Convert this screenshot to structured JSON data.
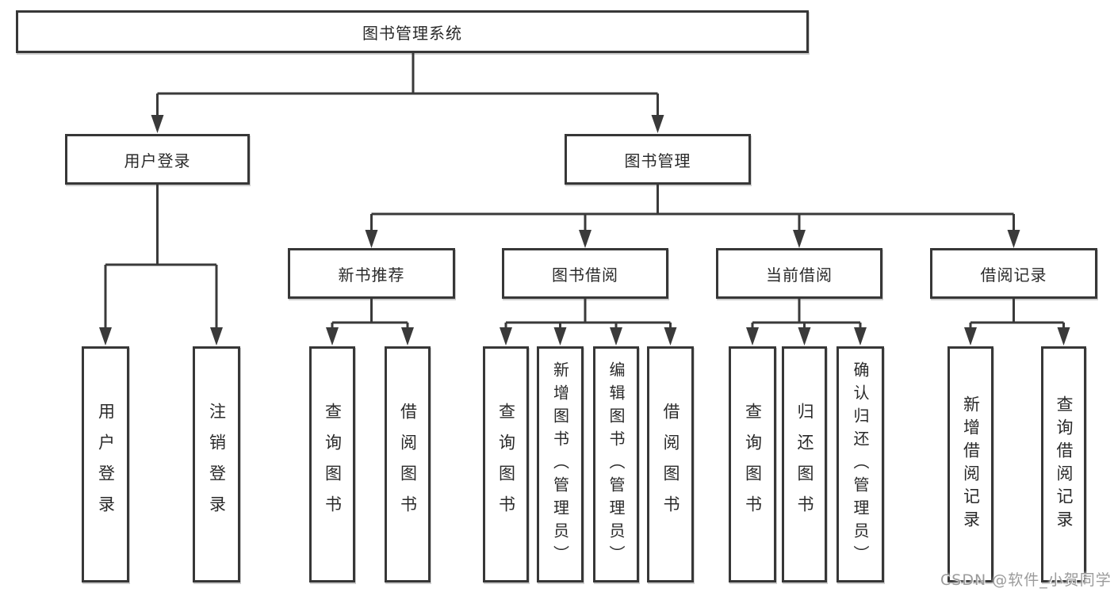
{
  "diagram": {
    "root": {
      "label": "图书管理系统"
    },
    "level2": [
      {
        "label": "用户登录"
      },
      {
        "label": "图书管理"
      }
    ],
    "level3": [
      {
        "label": "新书推荐"
      },
      {
        "label": "图书借阅"
      },
      {
        "label": "当前借阅"
      },
      {
        "label": "借阅记录"
      }
    ],
    "leaves": [
      {
        "label": "用户登录"
      },
      {
        "label": "注销登录"
      },
      {
        "label": "查询图书"
      },
      {
        "label": "借阅图书"
      },
      {
        "label": "查询图书"
      },
      {
        "label": "新增图书（管理员）"
      },
      {
        "label": "编辑图书（管理员）"
      },
      {
        "label": "借阅图书"
      },
      {
        "label": "查询图书"
      },
      {
        "label": "归还图书"
      },
      {
        "label": "确认归还（管理员）"
      },
      {
        "label": "新增借阅记录"
      },
      {
        "label": "查询借阅记录"
      }
    ]
  },
  "watermark": {
    "text": "CSDN @软件_小贺同学"
  },
  "colors": {
    "background": "#ffffff",
    "line": "#3a3a3a",
    "box_border": "#373737",
    "text": "#2a2a2a",
    "watermark": "#9b9b9b"
  }
}
